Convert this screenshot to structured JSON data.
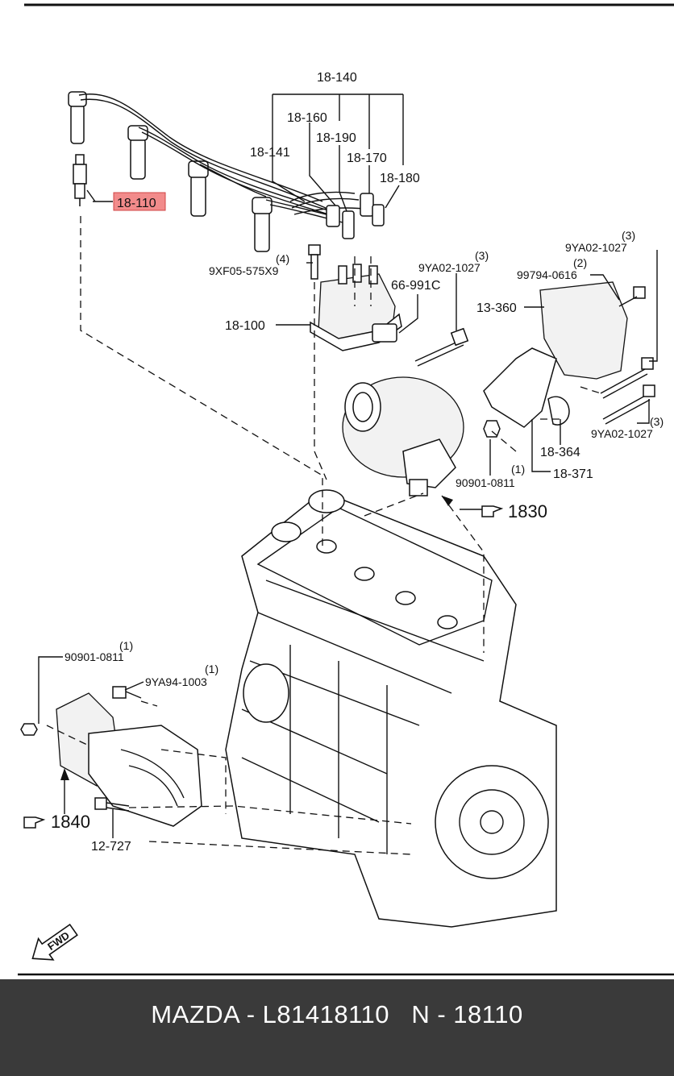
{
  "labels": {
    "l18_140": "18-140",
    "l18_160": "18-160",
    "l18_190": "18-190",
    "l18_141": "18-141",
    "l18_170": "18-170",
    "l18_180": "18-180",
    "l18_110": "18-110",
    "l9xf05": "9XF05-575X9",
    "q9xf05": "(4)",
    "l18_100": "18-100",
    "l9ya02_a": "9YA02-1027",
    "q9ya02_a": "(3)",
    "l66_991c": "66-991C",
    "l9ya02_b": "9YA02-1027",
    "q9ya02_b": "(3)",
    "l99794": "99794-0616",
    "q99794": "(2)",
    "l13_360": "13-360",
    "l9ya02_c": "9YA02-1027",
    "q9ya02_c": "(3)",
    "l18_364": "18-364",
    "l90901_a": "90901-0811",
    "q90901_a": "(1)",
    "l18_371": "18-371",
    "l1830": "1830",
    "l90901_b": "90901-0811",
    "q90901_b": "(1)",
    "l9ya94": "9YA94-1003",
    "q9ya94": "(1)",
    "l1840": "1840",
    "l12_727": "12-727",
    "fwd": "FWD"
  },
  "highlight_color": "#f28b8b",
  "footer": {
    "text": "MAZDA - L81418110   N - 18110"
  }
}
